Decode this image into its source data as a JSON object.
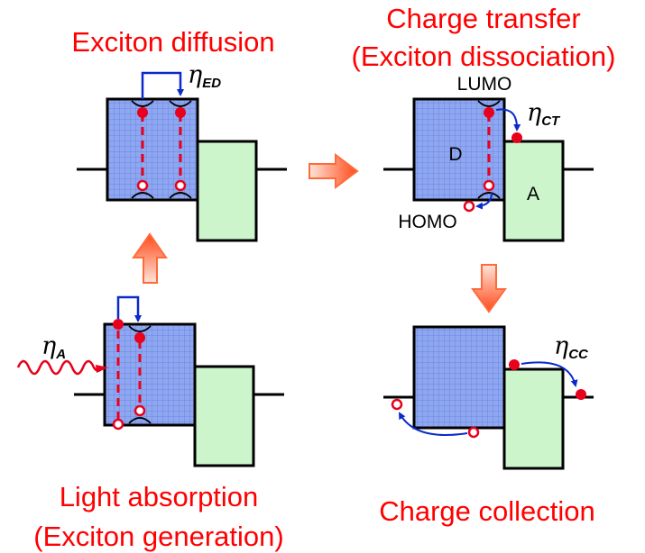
{
  "titles": {
    "diffusion": "Exciton diffusion",
    "transfer_line1": "Charge transfer",
    "transfer_line2": "(Exciton dissociation)",
    "absorption_line1": "Light absorption",
    "absorption_line2": "(Exciton generation)",
    "collection": "Charge collection"
  },
  "labels": {
    "lumo": "LUMO",
    "homo": "HOMO",
    "donor": "D",
    "acceptor": "A"
  },
  "efficiencies": {
    "symbol": "η",
    "ed": "ED",
    "ct": "CT",
    "a": "A",
    "cc": "CC"
  },
  "colors": {
    "title": "#ff0000",
    "donor_fill": "#8fa7f0",
    "acceptor_fill": "#ccf5cc",
    "electron": "#e8001c",
    "arrow_blue": "#0a2acc",
    "block_arrow": "#ff6a3a"
  }
}
